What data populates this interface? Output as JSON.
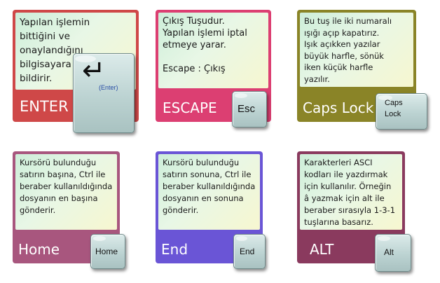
{
  "cards": {
    "enter": {
      "title": "ENTER",
      "text": "Yapılan işlemin\nbittiğini ve\nonaylandığını\nbilgisayara\nbildirir.",
      "key_label": "(Enter)",
      "key_glyph": "↵",
      "color": "#cf4848"
    },
    "escape": {
      "title": "ESCAPE",
      "text": "Çıkış Tuşudur.\nYapılan işlemi iptal\netmeye yarar.\n\nEscape : Çıkış",
      "key_label": "Esc",
      "color": "#dc3f72"
    },
    "capslock": {
      "title": "Caps Lock",
      "text": "Bu tuş ile iki numaralı\nışığı açıp kapatırız.\nIşık açıkken yazılar\nbüyük harfle, sönük\niken küçük harfle\nyazılır.",
      "key_label_line1": "Caps",
      "key_label_line2": "Lock",
      "color": "#8a8427"
    },
    "home": {
      "title": "Home",
      "text": "Kursörü bulunduğu\nsatırın başına, Ctrl ile\nberaber kullanıldığında\ndosyanın en başına\ngönderir.",
      "key_label": "Home",
      "color": "#a8567e"
    },
    "end": {
      "title": "End",
      "text": "Kursörü bulunduğu\nsatırın sonuna, Ctrl ile\nberaber kullanıldığında\ndosyanın en sonuna\ngönderir.",
      "key_label": "End",
      "color": "#6a55d6"
    },
    "alt": {
      "title": "ALT",
      "text": "Karakterleri ASCI\nkodları ile yazdırmak\niçin kullanılır. Örneğin\nâ yazmak için alt ile\nberaber sırasıyla 1-3-1\ntuşlarına basarız.",
      "key_label": "Alt",
      "color": "#8a3a5e"
    }
  }
}
